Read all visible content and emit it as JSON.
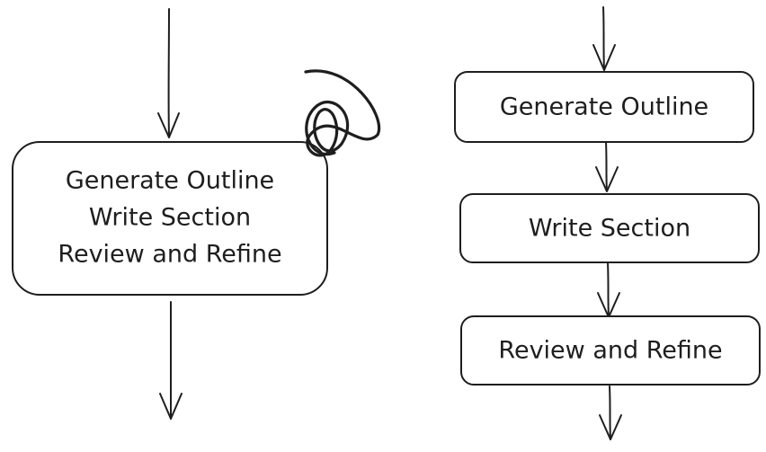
{
  "left_flow": {
    "box": {
      "line1": "Generate Outline",
      "line2": "Write Section",
      "line3": "Review and Refine"
    }
  },
  "right_flow": {
    "steps": [
      {
        "label": "Generate Outline"
      },
      {
        "label": "Write Section"
      },
      {
        "label": "Review and Refine"
      }
    ]
  },
  "colors": {
    "stroke": "#1e1e1e",
    "background": "#ffffff"
  }
}
